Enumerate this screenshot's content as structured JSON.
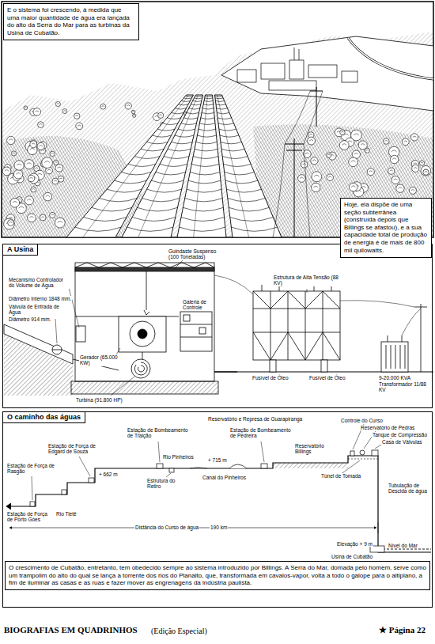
{
  "diagram": {
    "nodes": [
      {
        "text": [
          "E o sistema foi crescendo, à medida que uma maior quantidade de água era lançada do alto da Serra do Mar para as turbinas da Usina de Cubatão."
        ]
      },
      {
        "text": [
          "Hoje, ela dispõe de uma seção subterrânea (construída depois que Billings se afastou), e a sua capacidade total de produção de energia é de mais de 800 mil quilowatts."
        ]
      },
      {
        "text": [
          "A Usina"
        ]
      },
      {
        "text": [
          "O caminho das águas"
        ]
      },
      {
        "text": [
          "O crescimento de Cubatão, entretanto, tem obedecido sempre ao sistema introduzido por Billings. A Serra do Mar, domada pelo homem, serve como um trampolim do alto do qual se lança a torrente dos rios do Planalto, que, transformada em cavalos-vapor, volta a todo o galope para o altiplano, a fim de iluminar as casas e as ruas e fazer mover as engrenagens da indústria paulista."
        ],
        "in": 3
      }
    ],
    "labels": [
      "Mecanismo Controlador do Volume de Água",
      "Diâmetro Interno 1848 mm.",
      "Válvula de Entrada de Água",
      "Diâmetro 914 mm.",
      "Guindaste Suspenso (100 Toneladas)",
      "Galeria de Controle",
      "Gerador (65.000 KW)",
      "Turbina (91.800 HP)",
      "Estrutura de Alta Tensão (88 KV)",
      "Fusível de Óleo",
      "Fusível de Óleo",
      "9-20.000 KVA",
      "Transformador 11/88 KV",
      "Estação de Força de Rasgão",
      "Estação de Força de Porto Góes",
      "Rio Tietê",
      "Estação de Força de Edgard de Souza",
      "+ 662 m",
      "Estação de Bombeamento de Traição",
      "Rio Pinheiros",
      "+ 715 m",
      "Estação de Bombeamento de Pedreira",
      "Reservatório e Represa de Guarapiranga",
      "Reservatório Billings",
      "Controle do Curso",
      "Reservatório de Pedras",
      "Tanque de Compressão",
      "Casa de Válvulas",
      "Túnel de Tomada",
      "Canal do Pinheiros",
      "Estrutura do Retiro",
      "Tubulação de Descida de água",
      "Distância do Curso de água",
      "190 km",
      "Elevação + 9 m",
      "Nível do Mar",
      "Usina de Cubatão",
      "BIOGRAFIAS EM QUADRINHOS",
      "(Edição Especial)",
      "★ Página 22"
    ]
  }
}
